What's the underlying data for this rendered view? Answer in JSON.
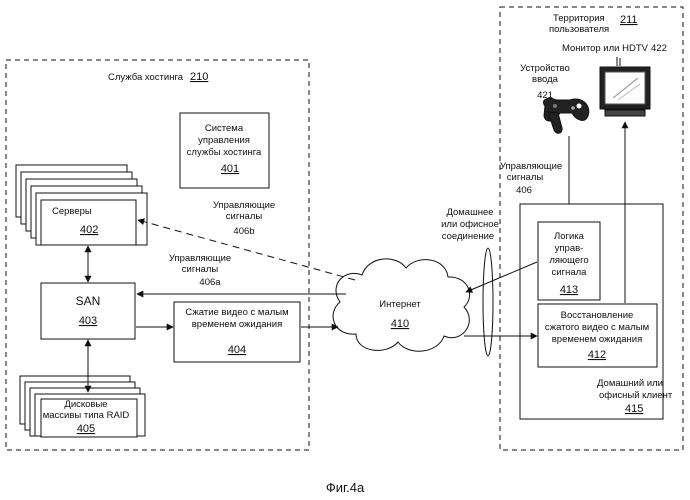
{
  "hosting": {
    "title": "Служба хостинга",
    "number": "210"
  },
  "mgmt": {
    "line1": "Система",
    "line2": "управления",
    "line3": "службы хостинга",
    "number": "401"
  },
  "servers": {
    "label": "Серверы",
    "number": "402"
  },
  "san": {
    "label": "SAN",
    "number": "403"
  },
  "compress": {
    "line1": "Сжатие видео с малым",
    "line2": "временем ожидания",
    "number": "404"
  },
  "raid": {
    "line1": "Дисковые",
    "line2": "массивы типа RAID",
    "number": "405"
  },
  "signals_b": {
    "line1": "Управляющие",
    "line2": "сигналы",
    "number": "406b"
  },
  "signals_a": {
    "line1": "Управляющие",
    "line2": "сигналы",
    "number": "406a"
  },
  "internet": {
    "label": "Интернет",
    "number": "410"
  },
  "connection": {
    "line1": "Домашнее",
    "line2": "или офисное",
    "line3": "соединение"
  },
  "user_premises": {
    "line1": "Территория",
    "line2": "пользователя",
    "number": "211"
  },
  "monitor": {
    "label": "Монитор или HDTV",
    "number": "422"
  },
  "input": {
    "line1": "Устройство",
    "line2": "ввода",
    "number": "421"
  },
  "signals_406": {
    "line1": "Управляющие",
    "line2": "сигналы",
    "number": "406"
  },
  "logic": {
    "line1": "Логика",
    "line2": "управ-",
    "line3": "ляющего",
    "line4": "сигнала",
    "number": "413"
  },
  "decompress": {
    "line1": "Восстановление",
    "line2": "сжатого видео с малым",
    "line3": "временем ожидания",
    "number": "412"
  },
  "client": {
    "line1": "Домашний или",
    "line2": "офисный клиент",
    "number": "415"
  },
  "caption": "Фиг.4a"
}
